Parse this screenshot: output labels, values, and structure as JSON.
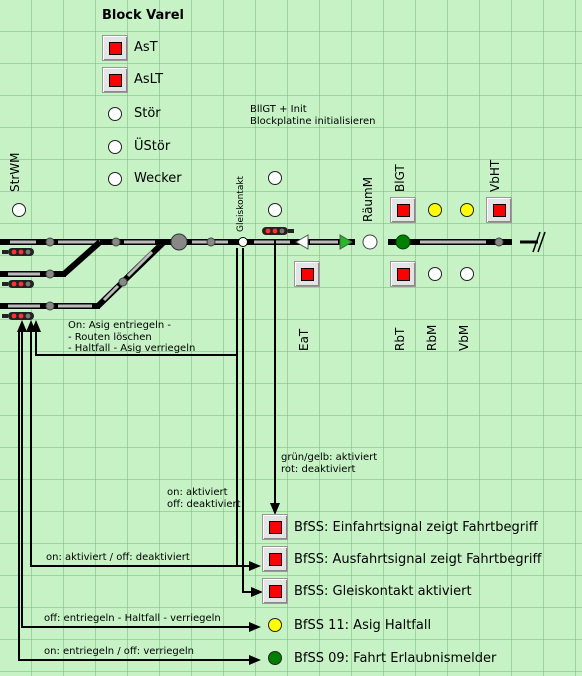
{
  "title": "Block Varel",
  "top_buttons": [
    {
      "label": "AsT",
      "kind": "red-button"
    },
    {
      "label": "AsLT",
      "kind": "red-button"
    },
    {
      "label": "Stör",
      "kind": "white-lamp"
    },
    {
      "label": "ÜStör",
      "kind": "white-lamp"
    },
    {
      "label": "Wecker",
      "kind": "white-lamp"
    }
  ],
  "init_note": [
    "BllGT + Init",
    "Blockplatine initialisieren"
  ],
  "vertical_labels": {
    "strwm": "StrWM",
    "gleiskontakt": "Gleiskontakt",
    "raeumm": "RäumM",
    "blgt": "BlGT",
    "vbht": "VbHT",
    "eat": "EaT",
    "rbt": "RbT",
    "rbm": "RbM",
    "vbm": "VbM"
  },
  "notes": {
    "asig": [
      "On: Asig entriegeln -",
      "- Routen löschen",
      "- Haltfall  - Asig verriegeln"
    ],
    "gruen": [
      "grün/gelb: aktiviert",
      "rot: deaktiviert"
    ],
    "on_off": [
      "on: aktiviert",
      "off: deaktiviert"
    ],
    "on_aktiviert": "on: aktiviert / off: deaktiviert",
    "entriegeln_haltfall": "off: entriegeln - Haltfall - verriegeln",
    "entriegeln_verriegeln": "on: entriegeln / off: verriegeln"
  },
  "bfss": [
    {
      "label": "BfSS: Einfahrtsignal zeigt Fahrtbegriff",
      "kind": "red-button"
    },
    {
      "label": "BfSS: Ausfahrtsignal zeigt Fahrtbegriff",
      "kind": "red-button"
    },
    {
      "label": "BfSS: Gleiskontakt aktiviert",
      "kind": "red-button"
    },
    {
      "label": "BfSS 11: Asig Haltfall",
      "kind": "yellow-lamp"
    },
    {
      "label": "BfSS 09: Fahrt Erlaubnismelder",
      "kind": "green-lamp"
    }
  ],
  "colors": {
    "red": "#ff0000",
    "yellow": "#ffff00",
    "green": "#008000",
    "track": "#000000"
  }
}
